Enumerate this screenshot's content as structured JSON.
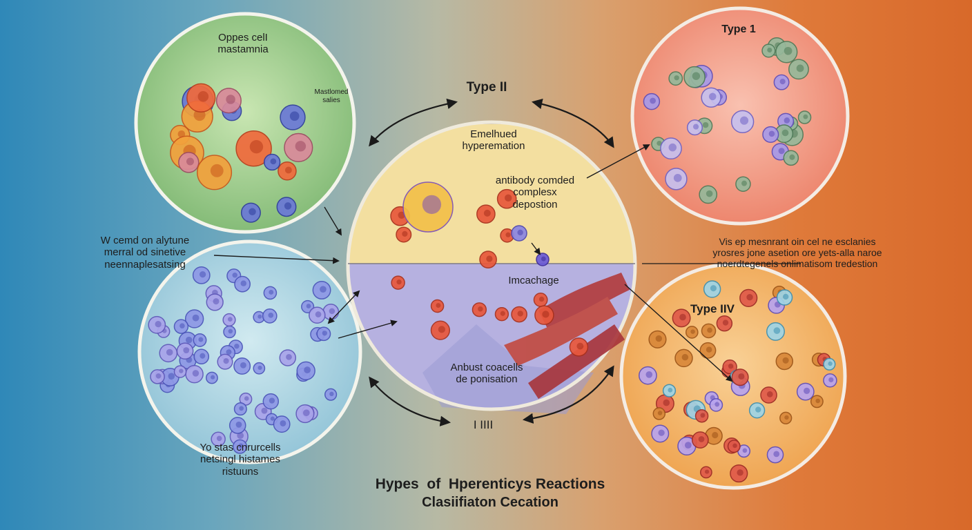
{
  "colors": {
    "top_left_circle": "#9cc98a",
    "bottom_left_circle": "#a9d2df",
    "center_top": "#f3dfa0",
    "center_bottom": "#b8b2e0",
    "top_right_circle": "#f29a86",
    "bottom_right_circle": "#f2b564",
    "arrow": "#1a1a1a"
  },
  "labels": {
    "top_left_title": "Oppes celI\nmastamnia",
    "top_left_small": "Mastlomed\nsalies",
    "type_ii": "Type II",
    "type_1": "Type 1",
    "center_title": "Emelhued\nhyperemation",
    "antibody": "antibody comded\ncomplesx\ndepostion",
    "left_middle": "W cemd on alytune\nmerral od sinetive\nneennaplesatsing",
    "right_middle": "Vis ep mesnrant oin cel ne esclanies\nyrosres jone asetion ore yets-alla naroe\nnoerdtegenels onlimatisom tredestion",
    "imcachage": "Imcachage",
    "type_iiv": "Type IIV",
    "anbust": "Anbust coacells\nde ponisation",
    "i_iii": "I IIII",
    "bottom_left_text": "Yo stas cnrurcells\nnetsingl histames\nristuuns",
    "main_title_1": "Hypes  of  Hperenticys Reactions",
    "main_title_2": "Clasiifiaton Cecation"
  }
}
